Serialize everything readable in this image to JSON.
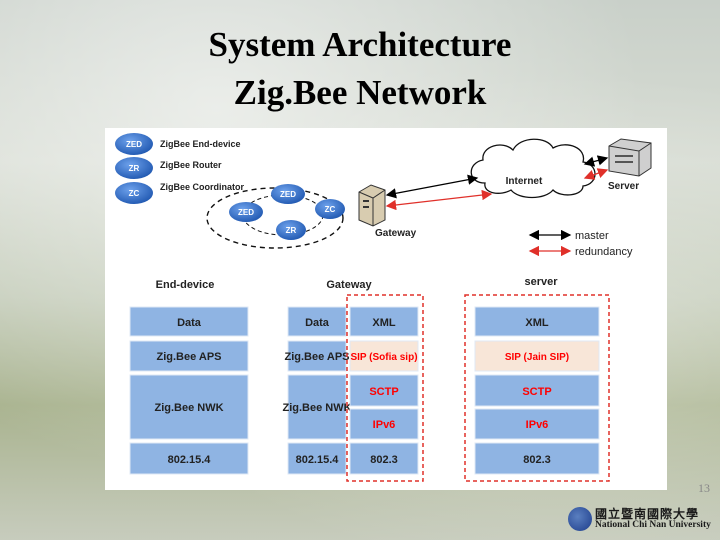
{
  "slide": {
    "title_line1": "System Architecture",
    "title_line2": "Zig.Bee Network",
    "page_number": "13"
  },
  "legend_nodes": [
    {
      "code": "ZED",
      "label": "ZigBee End-device"
    },
    {
      "code": "ZR",
      "label": "ZigBee Router"
    },
    {
      "code": "ZC",
      "label": "ZigBee Coordinator"
    }
  ],
  "network": {
    "nodes": [
      "ZED",
      "ZED",
      "ZC",
      "ZR"
    ],
    "gateway_label": "Gateway",
    "internet_label": "Internet",
    "server_label": "Server"
  },
  "link_legend": {
    "master": "master",
    "redundancy": "redundancy"
  },
  "stacks": {
    "end_device": {
      "heading": "End-device",
      "layers": [
        "Data",
        "Zig.Bee APS",
        "Zig.Bee NWK",
        "802.15.4"
      ]
    },
    "gateway": {
      "heading": "Gateway",
      "left": [
        "Data",
        "Zig.Bee APS",
        "Zig.Bee NWK",
        "802.15.4"
      ],
      "right": [
        "XML",
        "SIP (Sofia sip)",
        "SCTP",
        "IPv6",
        "802.3"
      ]
    },
    "server": {
      "heading": "server",
      "layers": [
        "XML",
        "SIP (Jain SIP)",
        "SCTP",
        "IPv6",
        "802.3"
      ]
    }
  },
  "university": {
    "chinese_name": "國立暨南國際大學",
    "english_name": "National Chi Nan University"
  },
  "colors": {
    "layer_blue": "#8fb4e3",
    "sip_fill": "#f8e6d8",
    "red_text": "#ff0000",
    "dashed_red": "#e0302a",
    "node_blue": "#3f7bd2"
  }
}
